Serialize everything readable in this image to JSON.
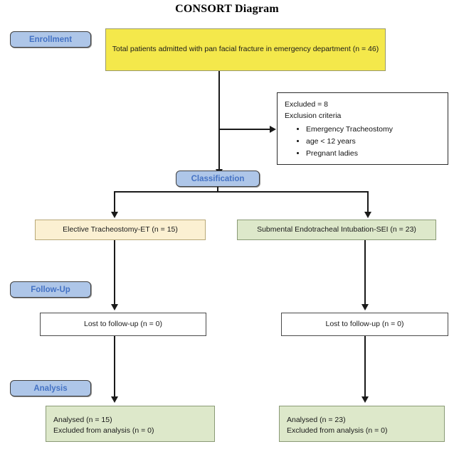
{
  "title": "CONSORT Diagram",
  "stages": [
    {
      "key": "enrollment",
      "label": "Enrollment"
    },
    {
      "key": "classification",
      "label": "Classification"
    },
    {
      "key": "followup",
      "label": "Follow-Up"
    },
    {
      "key": "analysis",
      "label": "Analysis"
    }
  ],
  "nodes": {
    "enrollment_box": "Total patients admitted with pan facial fracture in emergency department (n = 46)",
    "excluded": {
      "count_line": "Excluded = 8",
      "criteria_heading": "Exclusion criteria",
      "criteria": [
        "Emergency Tracheostomy",
        "age < 12 years",
        "Pregnant ladies"
      ]
    },
    "arm_left": "Elective Tracheostomy-ET (n = 15)",
    "arm_right": "Submental Endotracheal Intubation-SEI (n = 23)",
    "lost_left": "Lost to follow-up (n = 0)",
    "lost_right": "Lost to follow-up (n = 0)",
    "analysed_left_line1": "Analysed (n = 15)",
    "analysed_left_line2": "Excluded from analysis (n = 0)",
    "analysed_right_line1": "Analysed (n = 23)",
    "analysed_right_line2": "Excluded from analysis (n = 0)"
  },
  "colors": {
    "stage_fill": "#AEC6E8",
    "stage_text": "#4472C4",
    "enrollment_fill": "#F4E84B",
    "arm_left_fill": "#FBF0D2",
    "arm_right_fill": "#DDE8CA",
    "analysis_fill": "#DDE8CA",
    "connector": "#1a1a1a"
  }
}
